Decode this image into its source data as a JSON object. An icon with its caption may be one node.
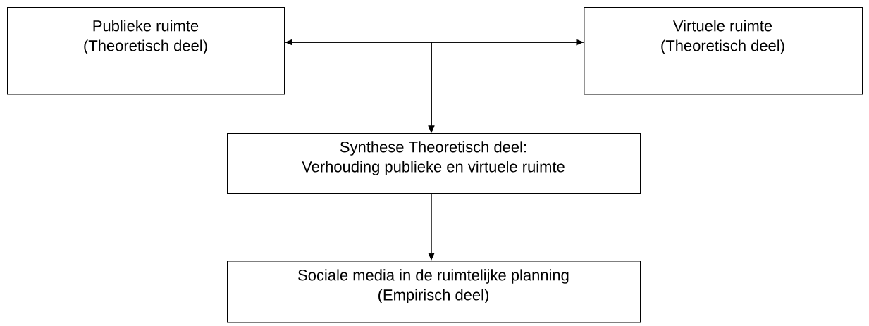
{
  "diagram": {
    "nodes": [
      {
        "text": [
          "Publieke ruimte",
          "(Theoretisch deel)"
        ]
      },
      {
        "text": [
          "Virtuele ruimte",
          "(Theoretisch deel)"
        ]
      },
      {
        "text": [
          "Synthese Theoretisch deel:",
          "Verhouding publieke en virtuele ruimte"
        ]
      },
      {
        "text": [
          "Sociale media in de ruimtelijke planning",
          "(Empirisch deel)"
        ]
      }
    ],
    "edges": [
      {
        "from": 0,
        "to": 1,
        "arrow": "both"
      },
      {
        "from": 0,
        "to": 2,
        "arrow": "to"
      },
      {
        "from": 1,
        "to": 2,
        "arrow": "to"
      },
      {
        "from": 2,
        "to": 3,
        "arrow": "to"
      }
    ]
  }
}
